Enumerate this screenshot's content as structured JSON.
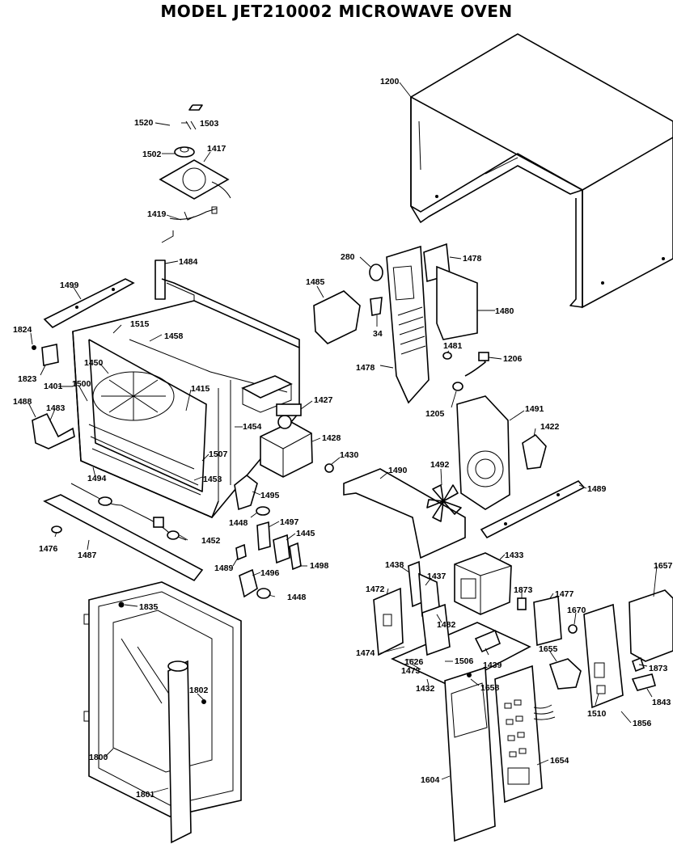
{
  "title": "MODEL JET210002 MICROWAVE OVEN",
  "parts": {
    "p1200": "1200",
    "p1520": "1520",
    "p1503": "1503",
    "p1502": "1502",
    "p1417": "1417",
    "p1419": "1419",
    "p1484": "1484",
    "p1499": "1499",
    "p1824": "1824",
    "p1823": "1823",
    "p1515": "1515",
    "p1458": "1458",
    "p1450": "1450",
    "p1401": "1401",
    "p1500": "1500",
    "p1415": "1415",
    "p1488": "1488",
    "p1483": "1483",
    "p1454": "1454",
    "p1507": "1507",
    "p1453": "1453",
    "p1494": "1494",
    "p1476": "1476",
    "p1487": "1487",
    "p1452": "1452",
    "p1495": "1495",
    "p1448a": "1448",
    "p1497": "1497",
    "p1445": "1445",
    "p1489a": "1489",
    "p1498": "1498",
    "p1496": "1496",
    "p1448b": "1448",
    "p280": "280",
    "p1485": "1485",
    "p34": "34",
    "p1478a": "1478",
    "p1478b": "1478",
    "p1480": "1480",
    "p1481": "1481",
    "p1206": "1206",
    "p1205": "1205",
    "p1427": "1427",
    "p1428": "1428",
    "p1430": "1430",
    "p1491": "1491",
    "p1422": "1422",
    "p1490": "1490",
    "p1492": "1492",
    "p1489b": "1489",
    "p1438": "1438",
    "p1437": "1437",
    "p1433": "1433",
    "p1472": "1472",
    "p1873a": "1873",
    "p1477": "1477",
    "p1670": "1670",
    "p1657": "1657",
    "p1474": "1474",
    "p1482": "1482",
    "p1626": "1626",
    "p1506": "1506",
    "p1439": "1439",
    "p1473": "1473",
    "p1432": "1432",
    "p1655": "1655",
    "p1873b": "1873",
    "p1843": "1843",
    "p1658": "1658",
    "p1510": "1510",
    "p1856": "1856",
    "p1654": "1654",
    "p1604": "1604",
    "p1835": "1835",
    "p1802": "1802",
    "p1800": "1800",
    "p1801": "1801"
  }
}
